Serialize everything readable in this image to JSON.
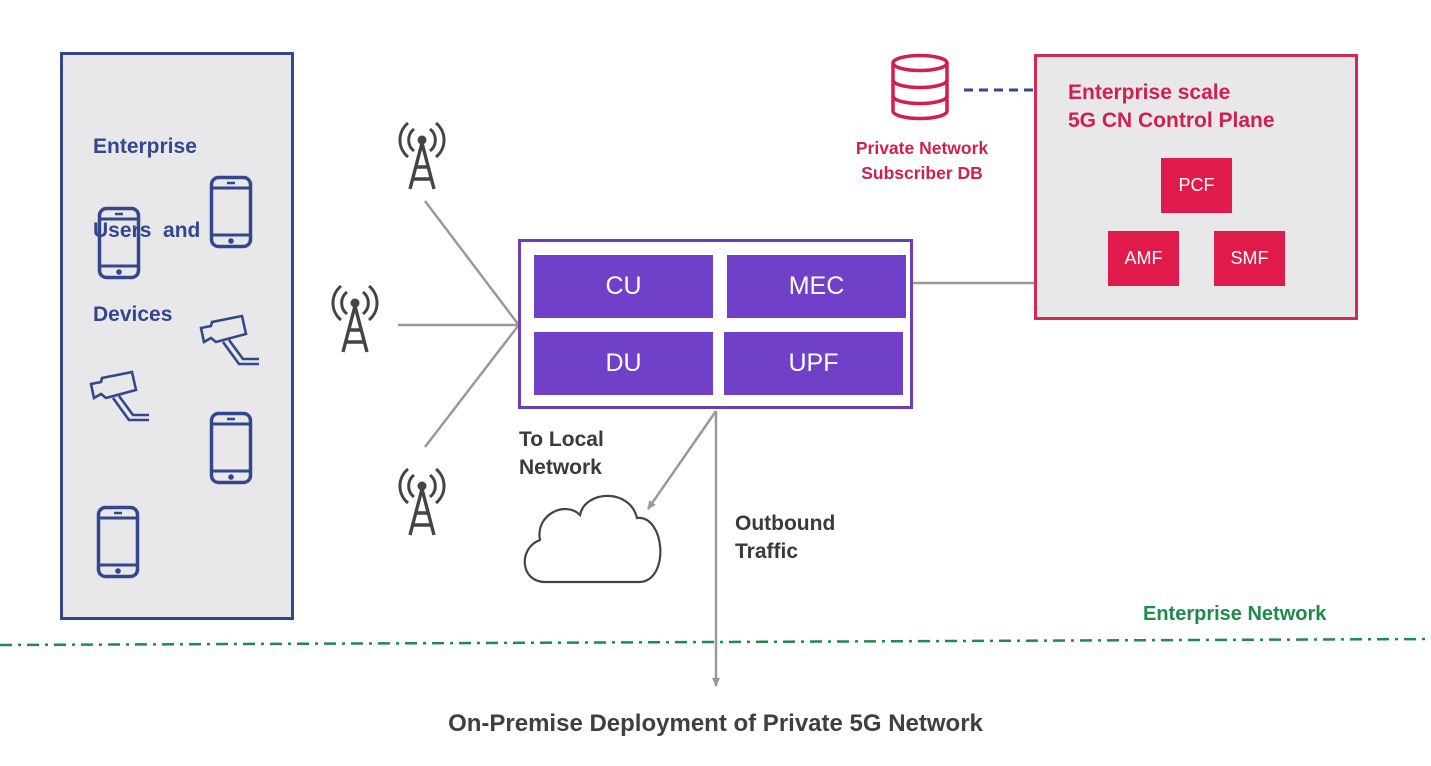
{
  "diagram": {
    "caption": "On-Premise Deployment of Private 5G Network",
    "enterprise_users": {
      "title_lines": [
        "Enterprise",
        "Users  and",
        "Devices"
      ],
      "devices": [
        "smartphone-icon",
        "smartphone-icon",
        "security-camera-icon",
        "security-camera-icon",
        "smartphone-icon",
        "smartphone-icon"
      ]
    },
    "radio_towers": [
      "cell-tower-icon",
      "cell-tower-icon",
      "cell-tower-icon"
    ],
    "ran_edge": {
      "functions": [
        "CU",
        "MEC",
        "DU",
        "UPF"
      ]
    },
    "local_network_label_lines": [
      "To Local",
      "Network"
    ],
    "outbound_label_lines": [
      "Outbound",
      "Traffic"
    ],
    "subscriber_db": {
      "label_lines": [
        "Private Network",
        "Subscriber DB"
      ]
    },
    "control_plane": {
      "title_lines": [
        "Enterprise scale",
        "5G CN Control Plane"
      ],
      "functions": [
        "PCF",
        "AMF",
        "SMF"
      ]
    },
    "boundary_label": "Enterprise Network",
    "colors": {
      "enterprise_blue": "#34478c",
      "ran_purple": "#7040c8",
      "core_red": "#e01b4c",
      "boundary_green": "#1f8a4c",
      "connector_gray": "#999999",
      "panel_gray": "#e8e8ea"
    }
  }
}
